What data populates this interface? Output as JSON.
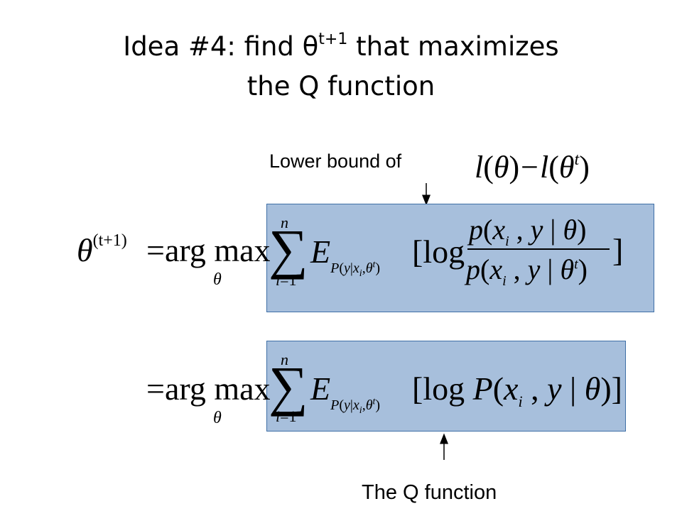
{
  "slide": {
    "title_line1_prefix": "Idea #4: find θ",
    "title_line1_sup": "t+1",
    "title_line1_suffix": " that maximizes",
    "title_line2": "the Q function"
  },
  "annotations": {
    "lower_bound_label": "Lower bound of",
    "lower_bound_expr": "l(θ) − l(θ^t)",
    "q_function_label": "The Q function"
  },
  "equations": {
    "lhs_theta": "θ",
    "lhs_sup": "(t+1)",
    "equals": "=",
    "argmax": "arg max",
    "argmax_sub": "θ",
    "sum_upper": "n",
    "sum_lower": "i=1",
    "eq1_body": "E_{P(y|x_i,θ^t)} [log p(x_i, y | θ) / p(x_i, y | θ^t)]",
    "eq2_body": "E_{P(y|x_i,θ^t)} [log P(x_i, y | θ)]"
  },
  "colors": {
    "box_fill": "#a7bfdc",
    "box_border": "#3f6fa6"
  }
}
